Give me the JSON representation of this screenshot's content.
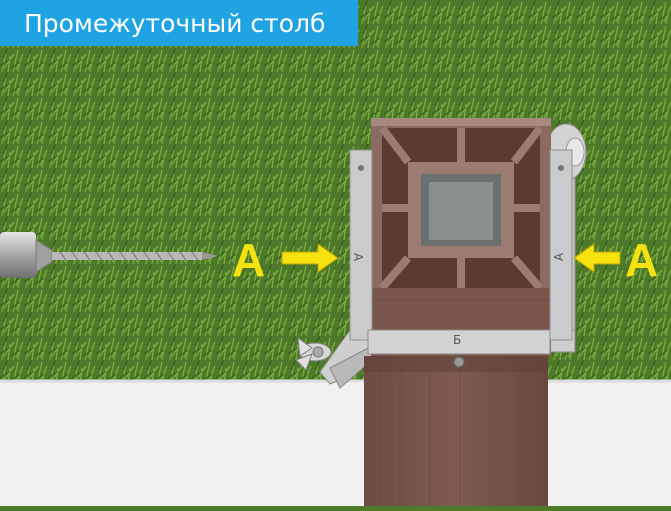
{
  "title": "Промежуточный столб",
  "labels": {
    "section_left": "А",
    "section_right": "А",
    "bracket_left_letter": "А",
    "bracket_right_letter": "А",
    "bracket_front_letter": "Б"
  },
  "colors": {
    "banner": "#1fa3e3",
    "arrow": "#f5e20f",
    "post": "#7a564d",
    "grass": "#4f7a2a",
    "concrete": "#f2f2f2",
    "bracket": "#c9c9c9"
  }
}
